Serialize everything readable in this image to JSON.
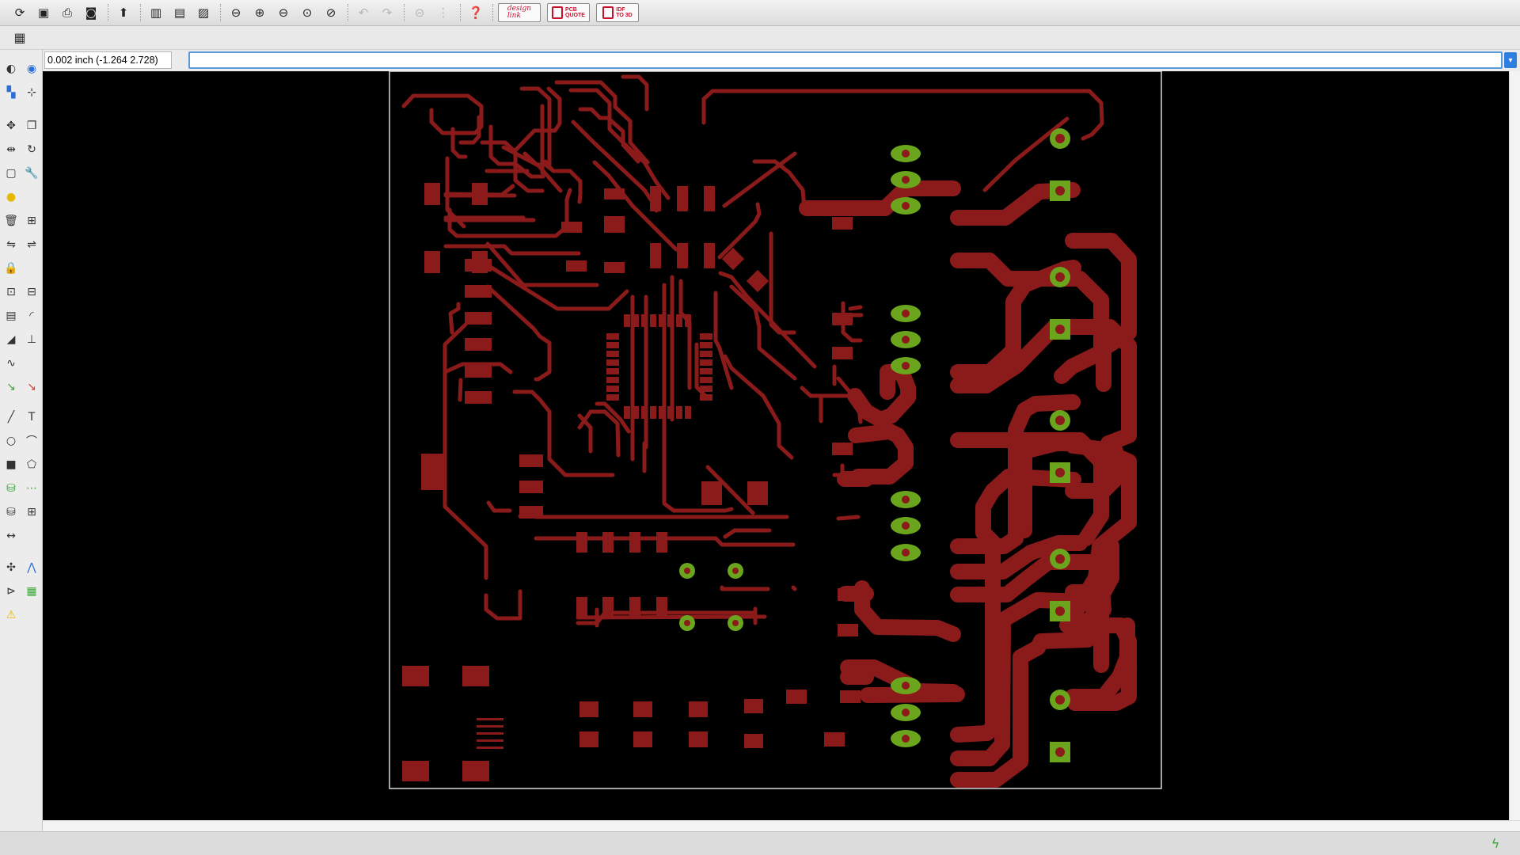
{
  "toolbar": {
    "brands": [
      {
        "name": "design-link",
        "label": "design\nlink"
      },
      {
        "name": "pcb-quote",
        "label": "PCB\nQUOTE"
      },
      {
        "name": "idf-to-3d",
        "label": "IDF\nTO 3D"
      }
    ]
  },
  "coord_display": "0.002 inch (-1.264 2.728)",
  "command_line": "",
  "status": {
    "text": ""
  },
  "colors": {
    "canvas_bg": "#000000",
    "trace": "#8b1a1a",
    "via": "#6aa51d",
    "board_outline": "#d9d9d9"
  }
}
